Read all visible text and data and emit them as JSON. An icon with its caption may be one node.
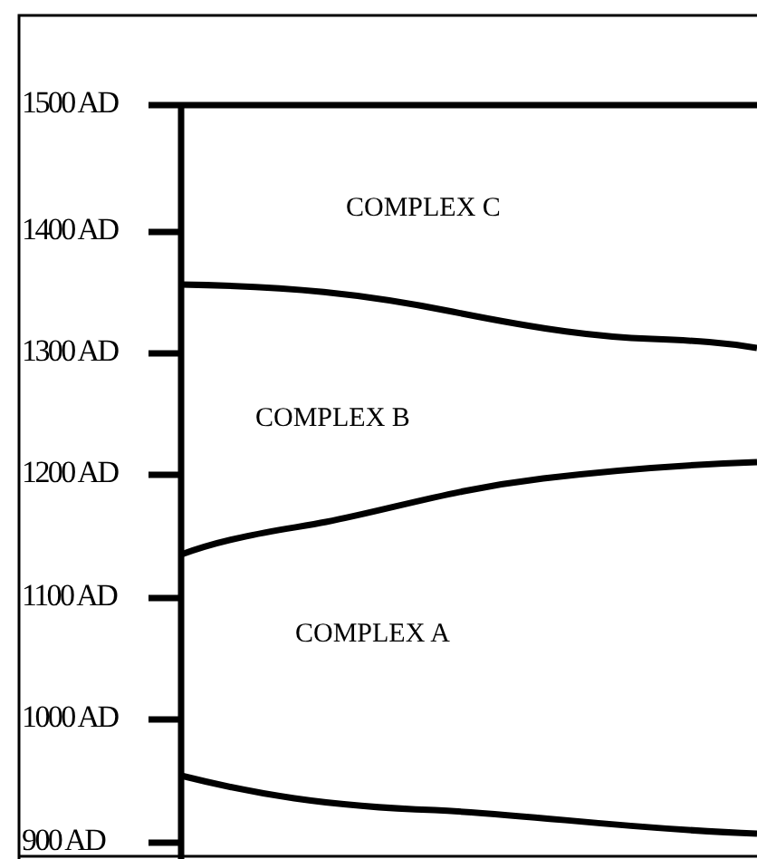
{
  "diagram": {
    "nodes": [
      {
        "text": [
          "COMPLEX C"
        ]
      },
      {
        "text": [
          "COMPLEX B"
        ]
      },
      {
        "text": [
          "COMPLEX A"
        ]
      }
    ],
    "labels": [
      "1500 AD",
      "1400 AD",
      "1300 AD",
      "1200 AD",
      "1100 AD",
      "1000 AD",
      "900 AD"
    ]
  }
}
